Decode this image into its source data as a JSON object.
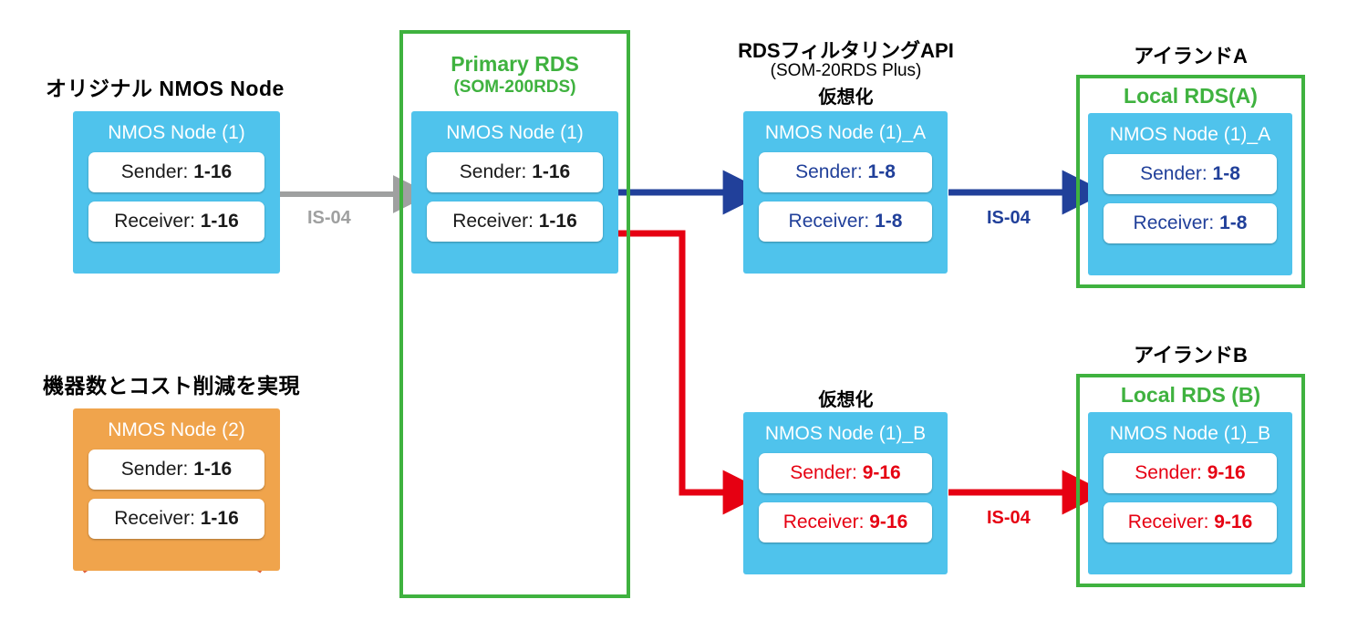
{
  "diagram": {
    "title_left_top": "オリジナル NMOS Node",
    "title_left_bottom": "機器数とコスト削減を実現",
    "colors": {
      "node_blue": "#4FC3EC",
      "node_orange": "#F0A44C",
      "panel_pink": "#F8DEDC",
      "panel_yellow": "#FCF7B6",
      "panel_gray": "#DCDDDD",
      "panel_lightblue": "#D3E9F7",
      "frame_green": "#3FB23F",
      "accent_navy": "#21409A",
      "accent_red": "#E60012",
      "accent_gray": "#9FA0A0",
      "cross_out": "#E0603C"
    },
    "labels": {
      "sender": "Sender:",
      "receiver": "Receiver:"
    }
  },
  "original": {
    "node": {
      "title": "NMOS Node (1)",
      "sender_label": "Sender:",
      "sender_value": "1-16",
      "receiver_label": "Receiver:",
      "receiver_value": "1-16"
    }
  },
  "redundant": {
    "node": {
      "title": "NMOS Node (2)",
      "sender_label": "Sender:",
      "sender_value": "1-16",
      "receiver_label": "Receiver:",
      "receiver_value": "1-16",
      "crossed_out": true
    }
  },
  "primary_rds": {
    "heading": "Primary RDS",
    "subheading": "(SOM-200RDS)",
    "node": {
      "title": "NMOS Node (1)",
      "sender_label": "Sender:",
      "sender_value": "1-16",
      "receiver_label": "Receiver:",
      "receiver_value": "1-16"
    }
  },
  "filtering_api": {
    "heading": "RDSフィルタリングAPI",
    "subheading": "(SOM-20RDS Plus)",
    "virtualize_label_a": "仮想化",
    "virtualize_label_b": "仮想化",
    "node_a": {
      "title": "NMOS Node (1)_A",
      "sender_label": "Sender:",
      "sender_value": "1-8",
      "receiver_label": "Receiver:",
      "receiver_value": "1-8"
    },
    "node_b": {
      "title": "NMOS Node (1)_B",
      "sender_label": "Sender:",
      "sender_value": "9-16",
      "receiver_label": "Receiver:",
      "receiver_value": "9-16"
    }
  },
  "island_a": {
    "title": "アイランドA",
    "rds_label": "Local RDS(A)",
    "node": {
      "title": "NMOS Node (1)_A",
      "sender_label": "Sender:",
      "sender_value": "1-8",
      "receiver_label": "Receiver:",
      "receiver_value": "1-8"
    }
  },
  "island_b": {
    "title": "アイランドB",
    "rds_label": "Local RDS (B)",
    "node": {
      "title": "NMOS Node (1)_B",
      "sender_label": "Sender:",
      "sender_value": "9-16",
      "receiver_label": "Receiver:",
      "receiver_value": "9-16"
    }
  },
  "connectors": {
    "origin_to_primary": "IS-04",
    "filter_a_to_island_a": "IS-04",
    "filter_b_to_island_b": "IS-04"
  }
}
